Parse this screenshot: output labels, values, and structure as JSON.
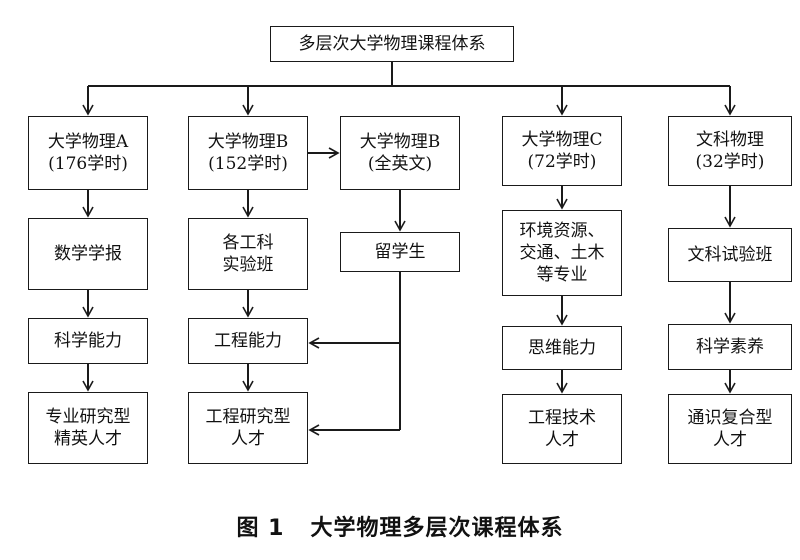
{
  "title": "多层次大学物理课程体系",
  "columns": {
    "a": {
      "head1": "大学物理A",
      "head2": "(176学时)",
      "n1": "数学学报",
      "n2": "科学能力",
      "n3a": "专业研究型",
      "n3b": "精英人才"
    },
    "b": {
      "head1": "大学物理B",
      "head2": "(152学时)",
      "n1a": "各工科",
      "n1b": "实验班",
      "n2": "工程能力",
      "n3a": "工程研究型",
      "n3b": "人才"
    },
    "be": {
      "head1": "大学物理B",
      "head2": "(全英文)",
      "n1": "留学生"
    },
    "c": {
      "head1": "大学物理C",
      "head2": "(72学时)",
      "n1a": "环境资源、",
      "n1b": "交通、土木",
      "n1c": "等专业",
      "n2": "思维能力",
      "n3a": "工程技术",
      "n3b": "人才"
    },
    "l": {
      "head1": "文科物理",
      "head2": "(32学时)",
      "n1": "文科试验班",
      "n2": "科学素养",
      "n3a": "通识复合型",
      "n3b": "人才"
    }
  },
  "caption": {
    "number": "图 1",
    "text": "大学物理多层次课程体系"
  }
}
